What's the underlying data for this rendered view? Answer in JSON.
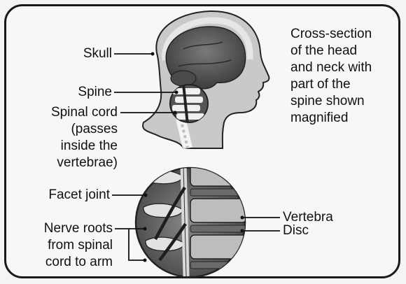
{
  "diagram": {
    "caption_lines": [
      "Cross-section",
      "of the head",
      "and neck with",
      "part of the",
      "spine shown",
      "magnified"
    ],
    "labels": {
      "skull": "Skull",
      "spine": "Spine",
      "spinal_cord": [
        "Spinal cord",
        "(passes",
        "inside the",
        "vertebrae)"
      ],
      "facet_joint": "Facet joint",
      "nerve_roots": [
        "Nerve roots",
        "from spinal",
        "cord to arm"
      ],
      "vertebra": "Vertebra",
      "disc": "Disc"
    }
  }
}
